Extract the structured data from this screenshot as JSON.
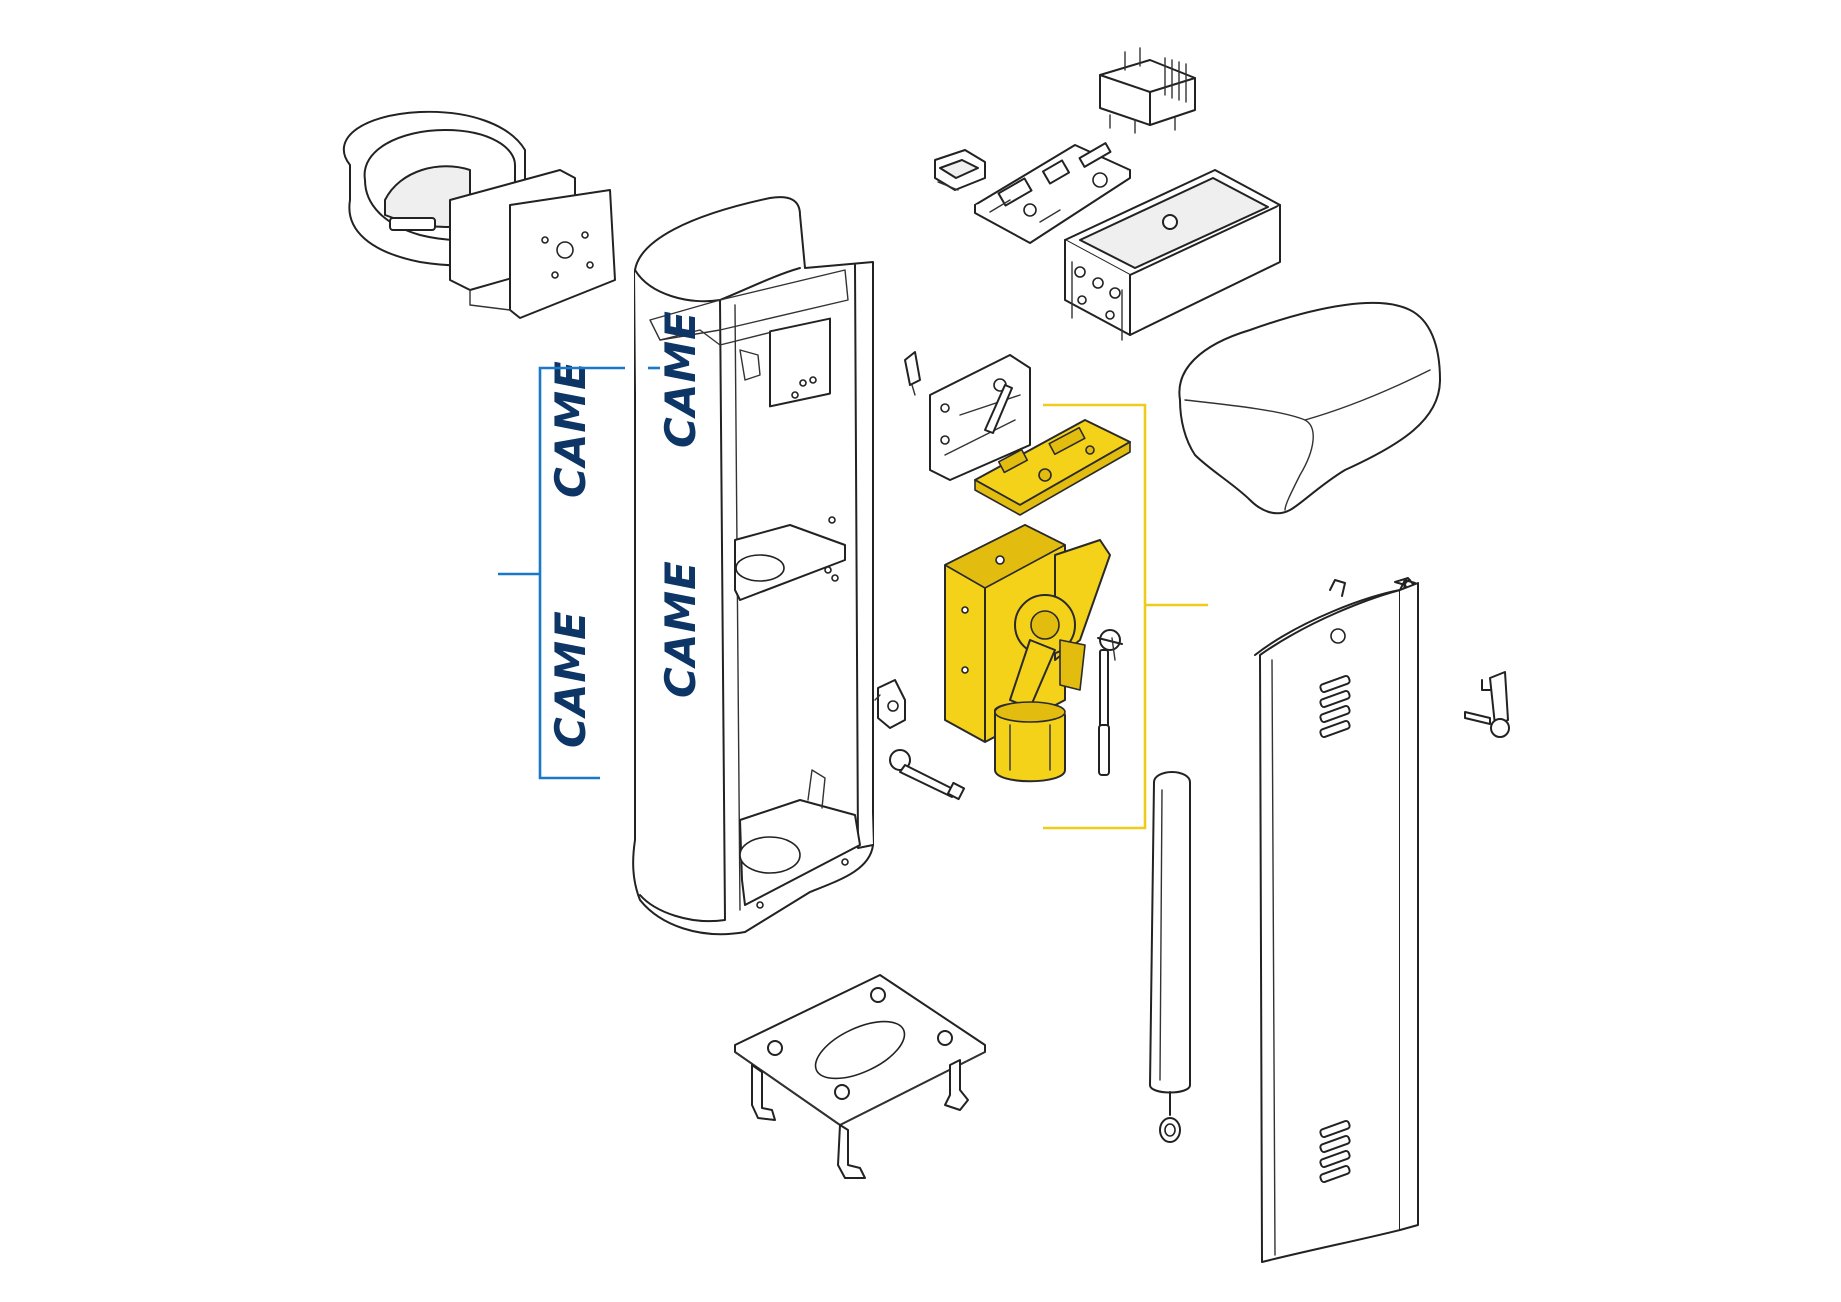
{
  "diagram": {
    "type": "exploded-parts-view",
    "brand_logo_text": "CAME",
    "colors": {
      "highlight": "#f5d21a",
      "blue_bracket": "#1a78c8",
      "yellow_bracket": "#f0cc1a",
      "logo": "#0d3566"
    },
    "parts": [
      "spring-housing-assembly",
      "transformer",
      "connector-block",
      "control-board",
      "junction-box",
      "cabinet-column",
      "cabinet-logo-decals",
      "limit-switch-plate",
      "encoder-board",
      "gearmotor",
      "spring-tie-rod",
      "cam-bracket",
      "release-pin",
      "top-cover",
      "balancing-spring",
      "cabinet-door",
      "door-latch",
      "anchor-plate"
    ],
    "highlighted_group": [
      "encoder-board",
      "gearmotor",
      "spring-tie-rod"
    ]
  }
}
